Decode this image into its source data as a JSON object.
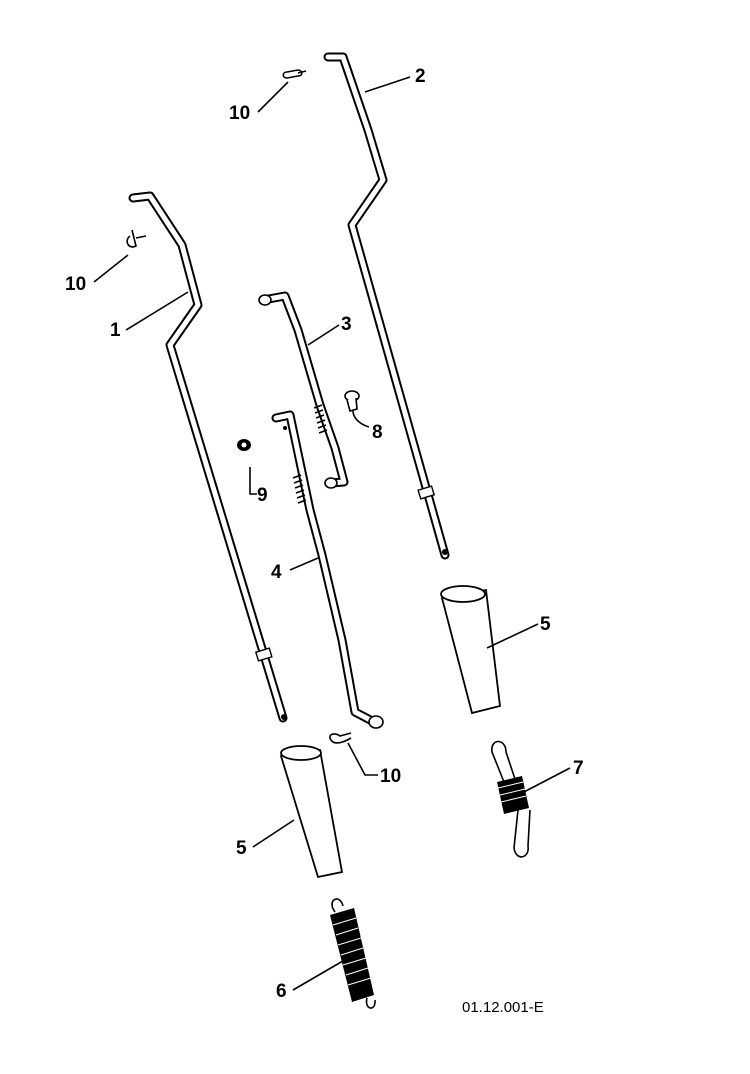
{
  "callouts": {
    "p1": "1",
    "p2": "2",
    "p3": "3",
    "p4": "4",
    "p5a": "5",
    "p5b": "5",
    "p6": "6",
    "p7": "7",
    "p8": "8",
    "p9": "9",
    "p10a": "10",
    "p10b": "10",
    "p10c": "10"
  },
  "reference": "01.12.001-E"
}
